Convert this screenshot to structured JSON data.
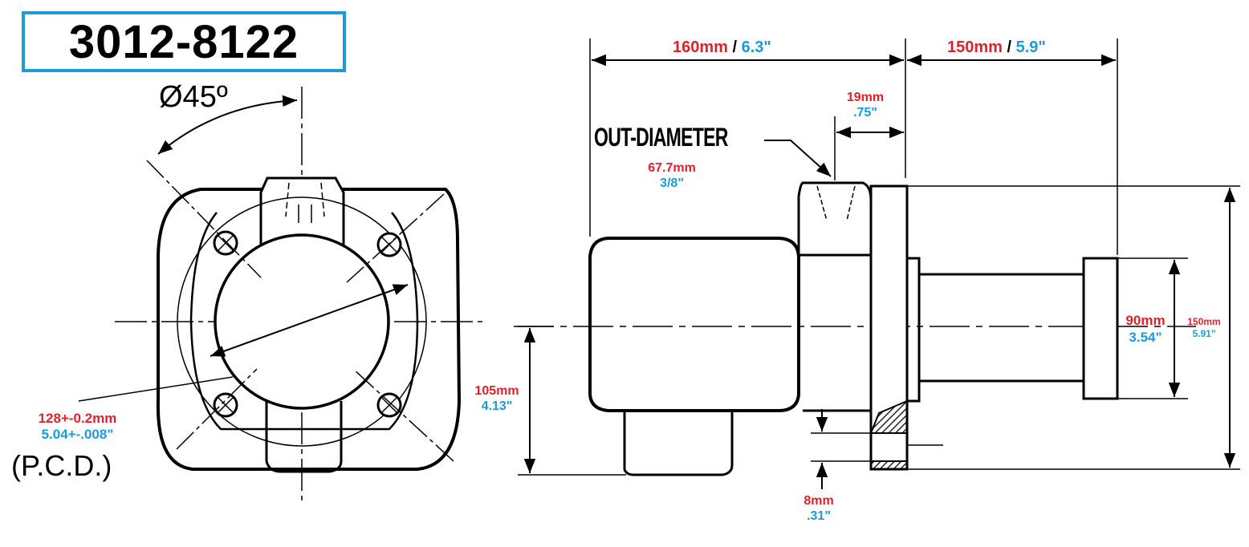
{
  "part_number": "3012-8122",
  "angle": {
    "label": "Ø45º"
  },
  "pcd": {
    "metric": "128+-0.2mm",
    "imperial": "5.04+-.008\"",
    "note": "(P.C.D.)"
  },
  "callout": {
    "label": "OUT-DIAMETER"
  },
  "dims": {
    "overall_left": {
      "metric": "160mm",
      "imperial": "6.3\""
    },
    "overall_right": {
      "metric": "150mm",
      "imperial": "5.9\""
    },
    "outlet_width": {
      "metric": "19mm",
      "imperial": ".75\""
    },
    "out_diameter": {
      "metric": "67.7mm",
      "imperial": "3/8\""
    },
    "shaft_dia": {
      "metric": "90mm",
      "imperial": "3.54\""
    },
    "flange_height": {
      "metric": "150mm",
      "imperial": "5.91\""
    },
    "center_height": {
      "metric": "105mm",
      "imperial": "4.13\""
    },
    "flange_thick": {
      "metric": "8mm",
      "imperial": ".31\""
    }
  },
  "separator": "/",
  "colors": {
    "metric": "#e0212b",
    "imperial": "#1e9ad6",
    "frame": "#1e9ad6",
    "line": "#000000"
  }
}
